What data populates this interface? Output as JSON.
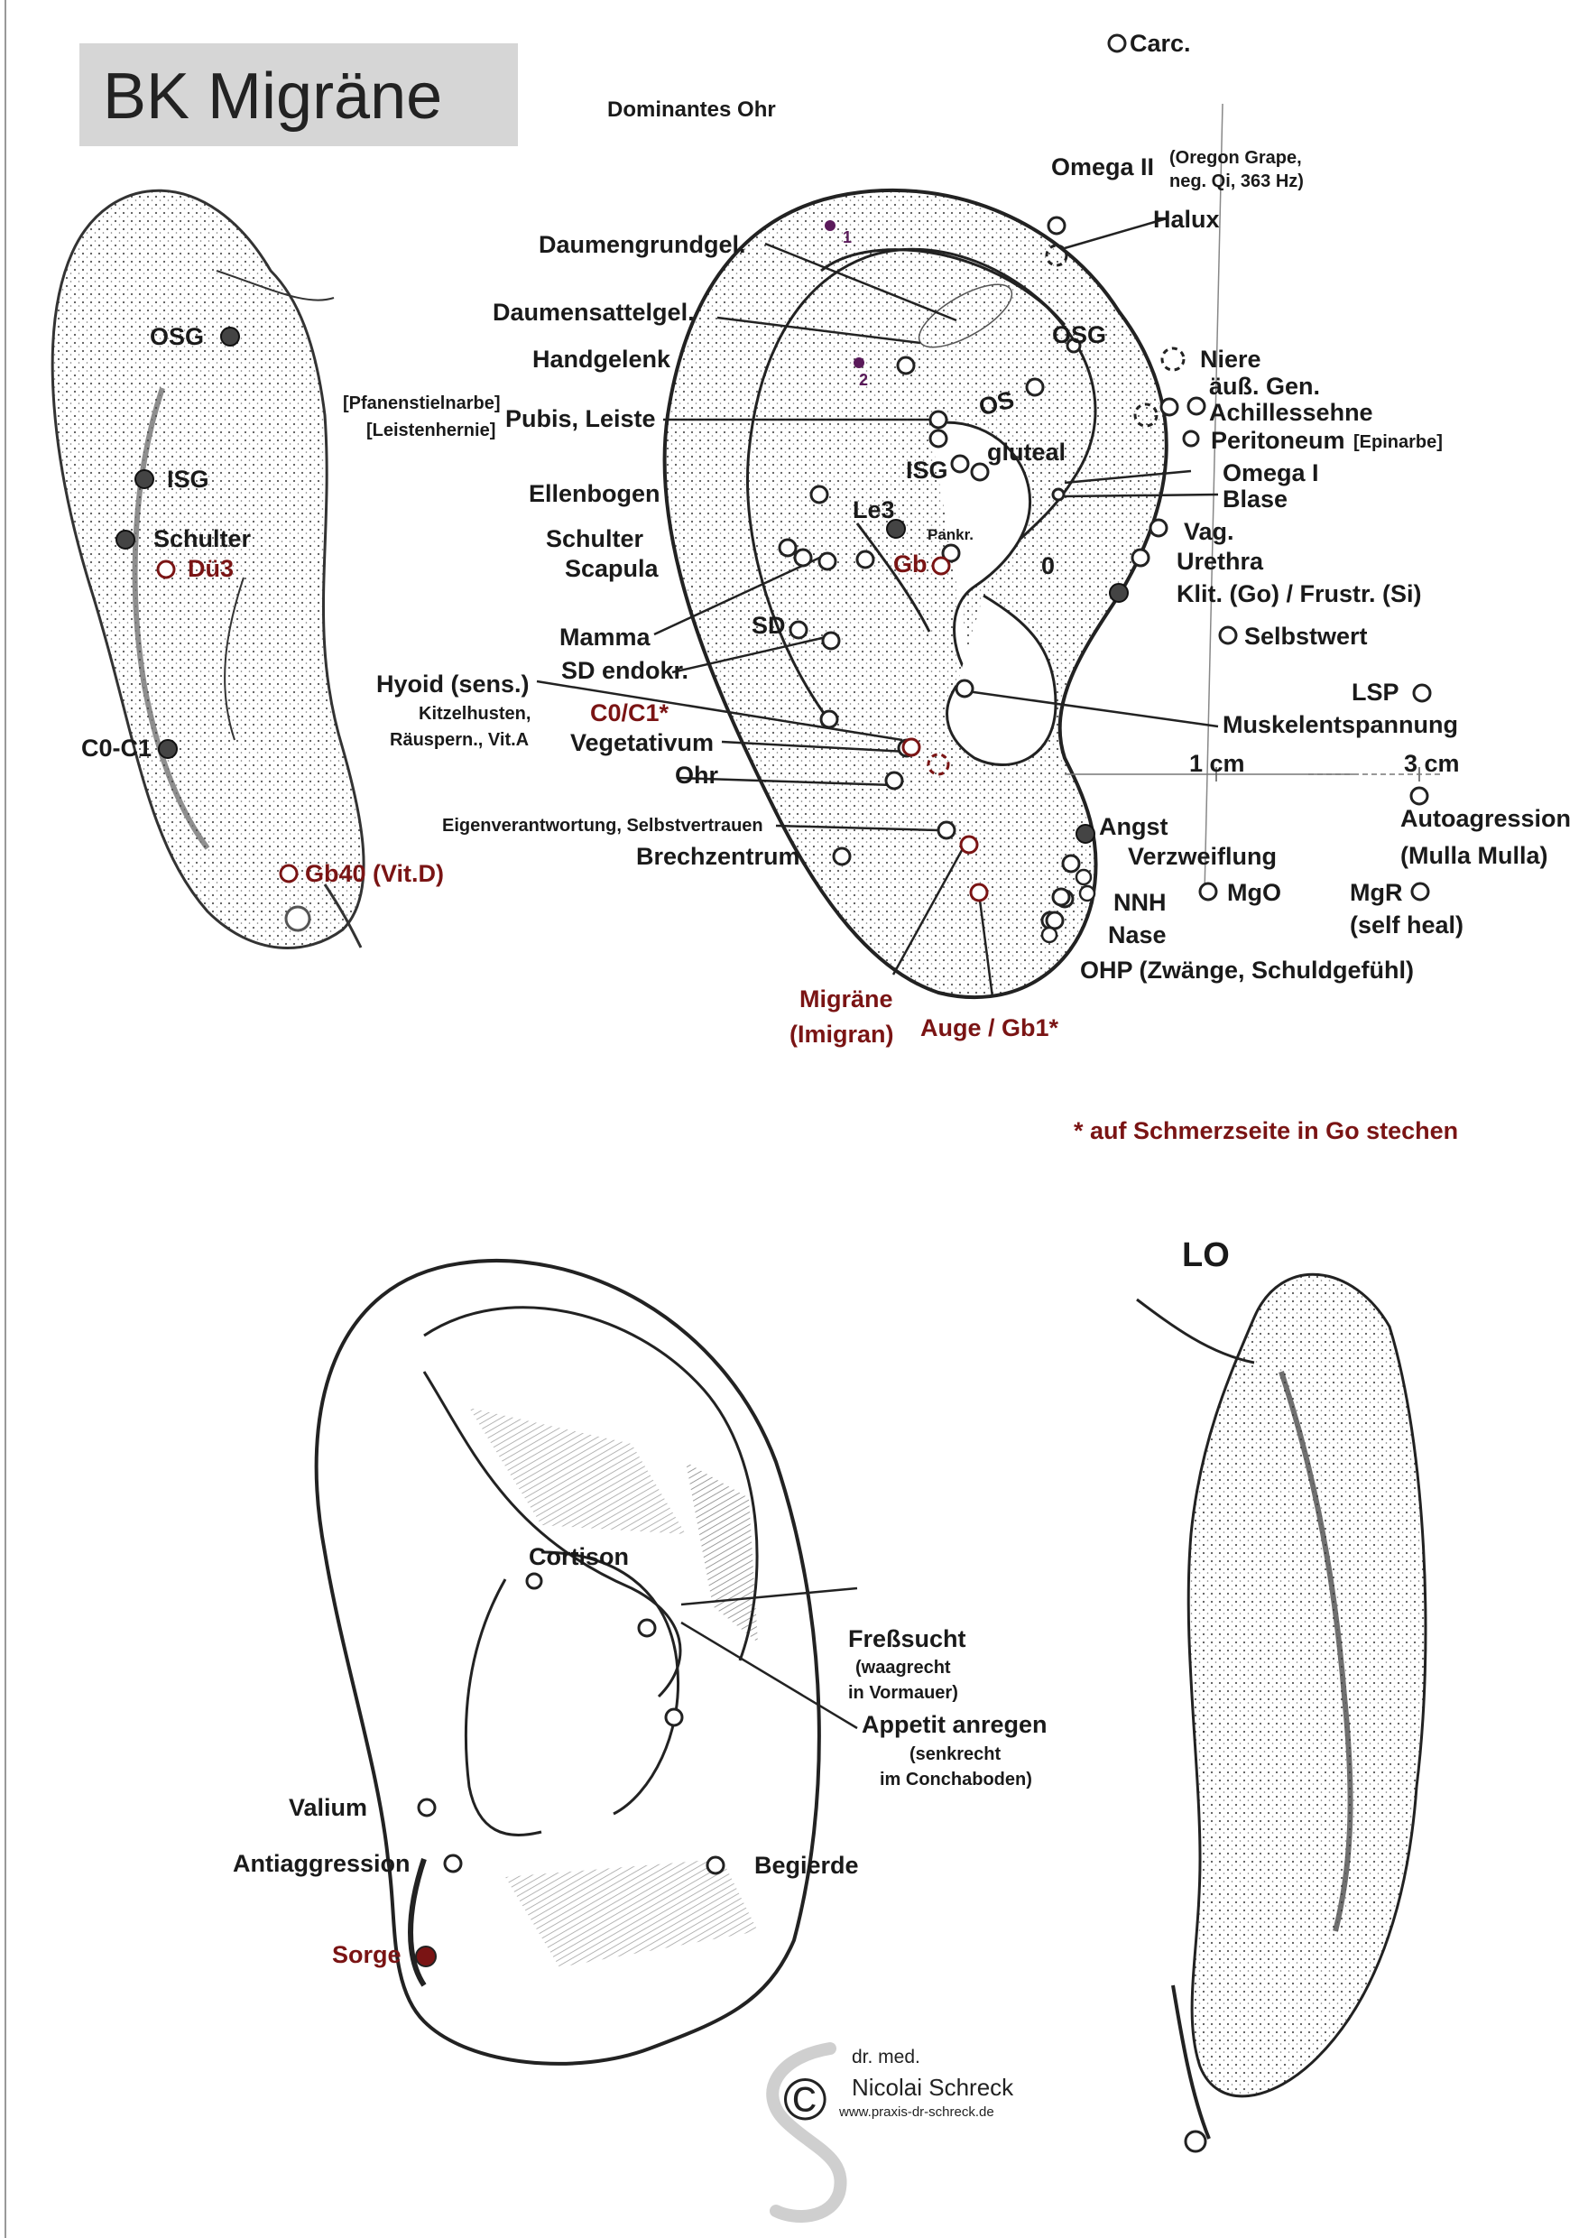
{
  "title": "BK Migräne",
  "subtitle": "Dominantes Ohr",
  "labels": {
    "carc": "Carc.",
    "omega2": "Omega II",
    "omega2_note": "(Oregon Grape, neg. Qi, 363 Hz)",
    "halux": "Halux",
    "daumengrundgel": "Daumengrundgel.",
    "daumensattelgel": "Daumensattelgel.",
    "handgelenk": "Handgelenk",
    "osg_main": "OSG",
    "niere": "Niere",
    "aeuss_gen": "äuß. Gen.",
    "achillessehne": "Achillessehne",
    "peritoneum": "Peritoneum",
    "peritoneum_note": "[Epinarbe]",
    "pfanenstielnarbe": "[Pfanenstielnarbe]",
    "leistenhernie": "[Leistenhernie]",
    "pubis": "Pubis, Leiste",
    "os": "OS",
    "isg_main": "ISG",
    "gluteal": "gluteal",
    "omega1": "Omega I",
    "blase": "Blase",
    "ellenbogen": "Ellenbogen",
    "le3": "Le3",
    "pankr": "Pankr.",
    "gb": "Gb",
    "zero": "0",
    "vag": "Vag.",
    "urethra": "Urethra",
    "klit": "Klit. (Go) / Frustr. (Si)",
    "schulter_main": "Schulter",
    "scapula": "Scapula",
    "selbstwert": "Selbstwert",
    "mamma": "Mamma",
    "sd": "SD",
    "sd_endokr": "SD endokr.",
    "hyoid": "Hyoid (sens.)",
    "kitzelhusten": "Kitzelhusten,",
    "raeuspern": "Räuspern., Vit.A",
    "c0c1_star": "C0/C1*",
    "vegetativum": "Vegetativum",
    "ohr": "Ohr",
    "lsp": "LSP",
    "muskel": "Muskelentspannung",
    "cm1": "1 cm",
    "cm3": "3 cm",
    "eigenverantwortung": "Eigenverantwortung, Selbstvertrauen",
    "brechzentrum": "Brechzentrum",
    "angst": "Angst",
    "autoagression": "Autoagression",
    "mulla": "(Mulla Mulla)",
    "verzweiflung": "Verzweiflung",
    "nnh": "NNH",
    "mgo": "MgO",
    "mgr": "MgR",
    "self_heal": "(self heal)",
    "nase": "Nase",
    "ohp": "OHP (Zwänge, Schuldgefühl)",
    "migraene": "Migräne",
    "imigran": "(Imigran)",
    "auge": "Auge / Gb1*",
    "footnote": "* auf Schmerzseite in Go stechen",
    "left_osg": "OSG",
    "left_isg": "ISG",
    "left_schulter": "Schulter",
    "left_due3": "Dü3",
    "left_c0c1": "C0-C1",
    "left_gb40": "Gb40 (Vit.D)",
    "lo": "LO",
    "cortison": "Cortison",
    "fresssucht": "Freßsucht",
    "waagrecht": "(waagrecht",
    "vormauer": "in Vormauer)",
    "appetit": "Appetit anregen",
    "senkrecht": "(senkrecht",
    "conchaboden": "im Conchaboden)",
    "valium": "Valium",
    "antiaggression": "Antiaggression",
    "begierde": "Begierde",
    "sorge": "Sorge",
    "marker1": "1",
    "marker2": "2"
  },
  "copyright": {
    "symbol": "©",
    "line1": "dr. med.",
    "line2": "Nicolai Schreck",
    "line3": "www.praxis-dr-schreck.de"
  },
  "colors": {
    "text": "#1a1a1a",
    "accent_red": "#7a1414",
    "purple": "#5a1a5a",
    "title_bg": "#d6d6d6",
    "ear_stroke": "#2a2a2a"
  }
}
